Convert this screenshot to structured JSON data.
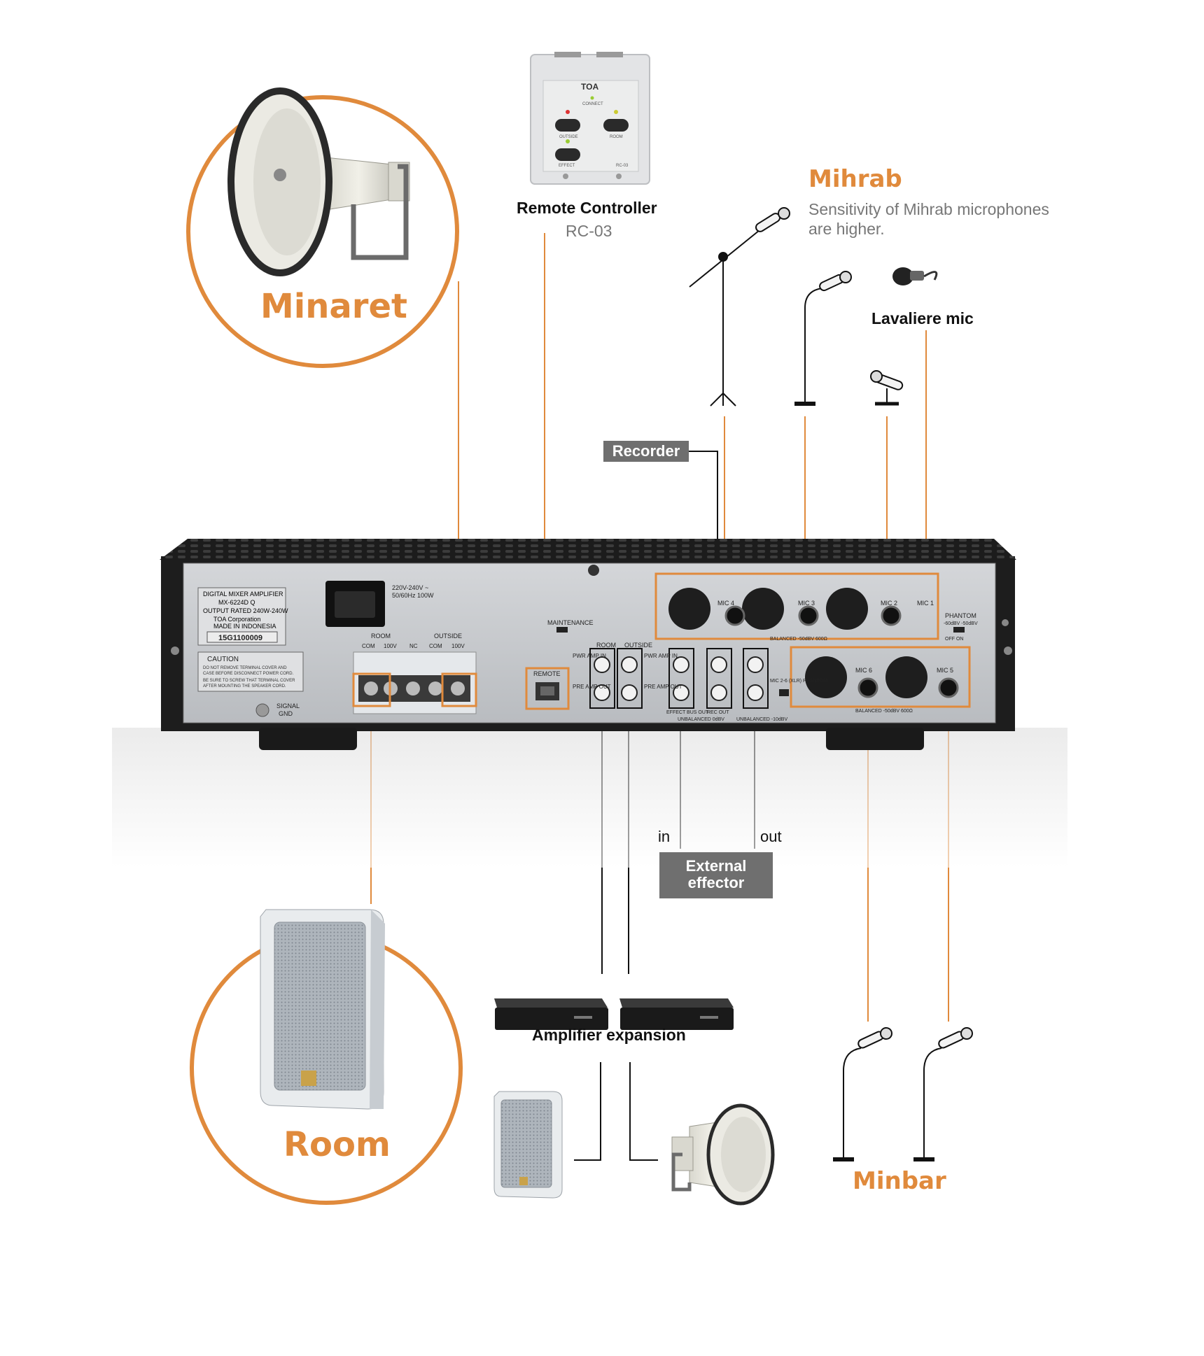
{
  "colors": {
    "accent": "#e08a3c",
    "label_box": "#6f6f6f",
    "chassis": "#1c1c1c",
    "panel": "#c9cbce"
  },
  "zones": {
    "minaret": "Minaret",
    "room": "Room",
    "mihrab": "Mihrab",
    "mihrab_note_line1": "Sensitivity of Mihrab microphones",
    "mihrab_note_line2": "are higher.",
    "minbar": "Minbar"
  },
  "devices": {
    "remote_controller": "Remote Controller",
    "remote_model": "RC-03",
    "lavaliere": "Lavaliere mic",
    "amp_expansion": "Amplifier expansion",
    "recorder": "Recorder",
    "external_effector_line1": "External",
    "external_effector_line2": "effector",
    "effector_in": "in",
    "effector_out": "out"
  },
  "remote_panel": {
    "brand": "TOA",
    "connect": "CONNECT",
    "outside": "OUTSIDE",
    "room": "ROOM",
    "effect": "EFFECT",
    "model": "RC-03"
  },
  "rear_panel": {
    "nameplate_line1": "DIGITAL MIXER AMPLIFIER",
    "nameplate_line2": "MX-6224D Q",
    "nameplate_line3": "OUTPUT RATED  240W-240W",
    "nameplate_line4": "TOA Corporation",
    "nameplate_line5": "MADE IN INDONESIA",
    "serial": "15G1100009",
    "caution_title": "CAUTION",
    "caution_line1": "DO NOT REMOVE TERMINAL COVER AND",
    "caution_line2": "CASE BEFORE DISCONNECT POWER CORD.",
    "caution_line3": "BE SURE TO SCREW THAT TERMINAL COVER",
    "caution_line4": "AFTER MOUNTING THE SPEAKER CORD.",
    "power_line1": "220V-240V ~",
    "power_line2": "50/60Hz 100W",
    "terminal_room": "ROOM",
    "terminal_outside": "OUTSIDE",
    "term_com1": "COM",
    "term_100v1": "100V",
    "term_nc": "NC",
    "term_com2": "COM",
    "term_100v2": "100V",
    "signal_gnd_line1": "SIGNAL",
    "signal_gnd_line2": "GND",
    "maintenance": "MAINTENANCE",
    "remote": "REMOTE",
    "room_io": "ROOM",
    "outside_io": "OUTSIDE",
    "pwr_amp_in_1": "PWR AMP IN",
    "pre_amp_out_1": "PRE AMP OUT",
    "pwr_amp_in_2": "PWR AMP IN",
    "pre_amp_out_2": "PRE AMP OUT",
    "effect_bus_out": "EFFECT BUS OUT",
    "unbalanced_0dbv": "UNBALANCED 0dBV",
    "rec_out": "REC OUT",
    "unbalanced_10dbv": "UNBALANCED -10dBV",
    "mic4": "MIC 4",
    "mic3": "MIC 3",
    "mic2": "MIC 2",
    "mic1": "MIC 1",
    "mic6": "MIC 6",
    "mic5": "MIC 5",
    "phantom": "PHANTOM",
    "phantom_levels": "-60dBV  -50dBV",
    "off_on": "OFF  ON",
    "mic26": "MIC 2-6 (XLR) PHANTOM",
    "balanced_note": "BALANCED -50dBV 600Ω"
  }
}
